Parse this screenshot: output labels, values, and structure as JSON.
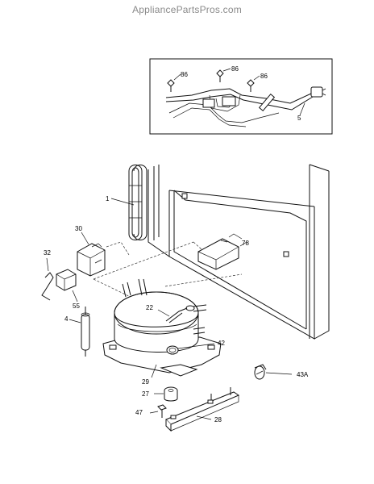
{
  "watermark": "AppliancePartsPros.com",
  "callouts": {
    "c86a": "86",
    "c86b": "86",
    "c86c": "86",
    "c5": "5",
    "c1": "1",
    "c30": "30",
    "c78": "78",
    "c32": "32",
    "c55": "55",
    "c22": "22",
    "c4": "4",
    "c42": "42",
    "c43A": "43A",
    "c29": "29",
    "c27": "27",
    "c47": "47",
    "c28": "28"
  },
  "colors": {
    "line": "#111111",
    "watermark": "#8a8a8a",
    "background": "#ffffff"
  }
}
